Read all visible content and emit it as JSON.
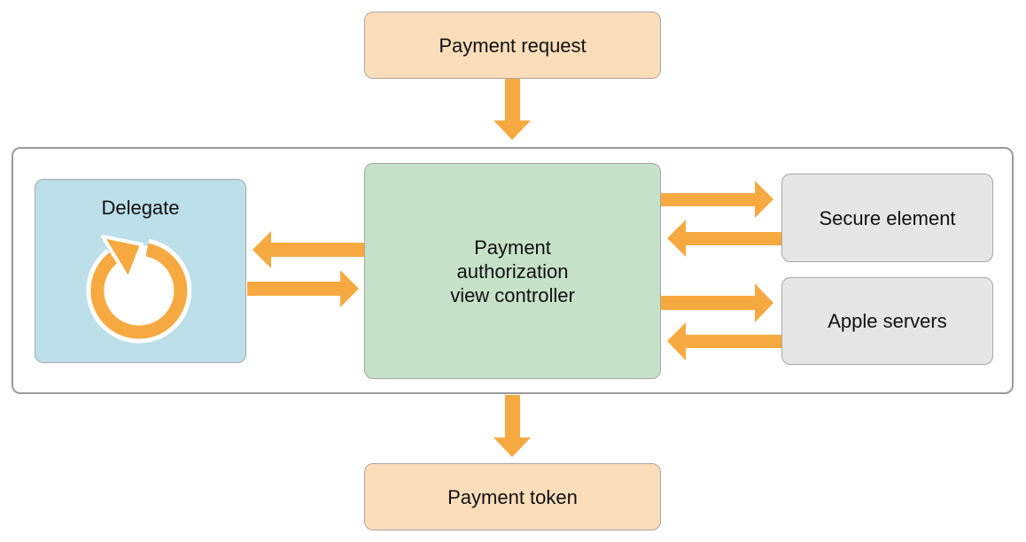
{
  "nodes": {
    "payment_request": "Payment request",
    "delegate": "Delegate",
    "controller_lines": [
      "Payment",
      "authorization",
      "view controller"
    ],
    "secure_element": "Secure element",
    "apple_servers": "Apple servers",
    "payment_token": "Payment token"
  },
  "colors": {
    "arrow": "#f7a941",
    "peach": "#fbddb9",
    "green": "#c5e2c8",
    "blue": "#bcdfea",
    "grey": "#e5e6e5"
  },
  "icons": {
    "delegate": "circular-arrow-icon"
  }
}
